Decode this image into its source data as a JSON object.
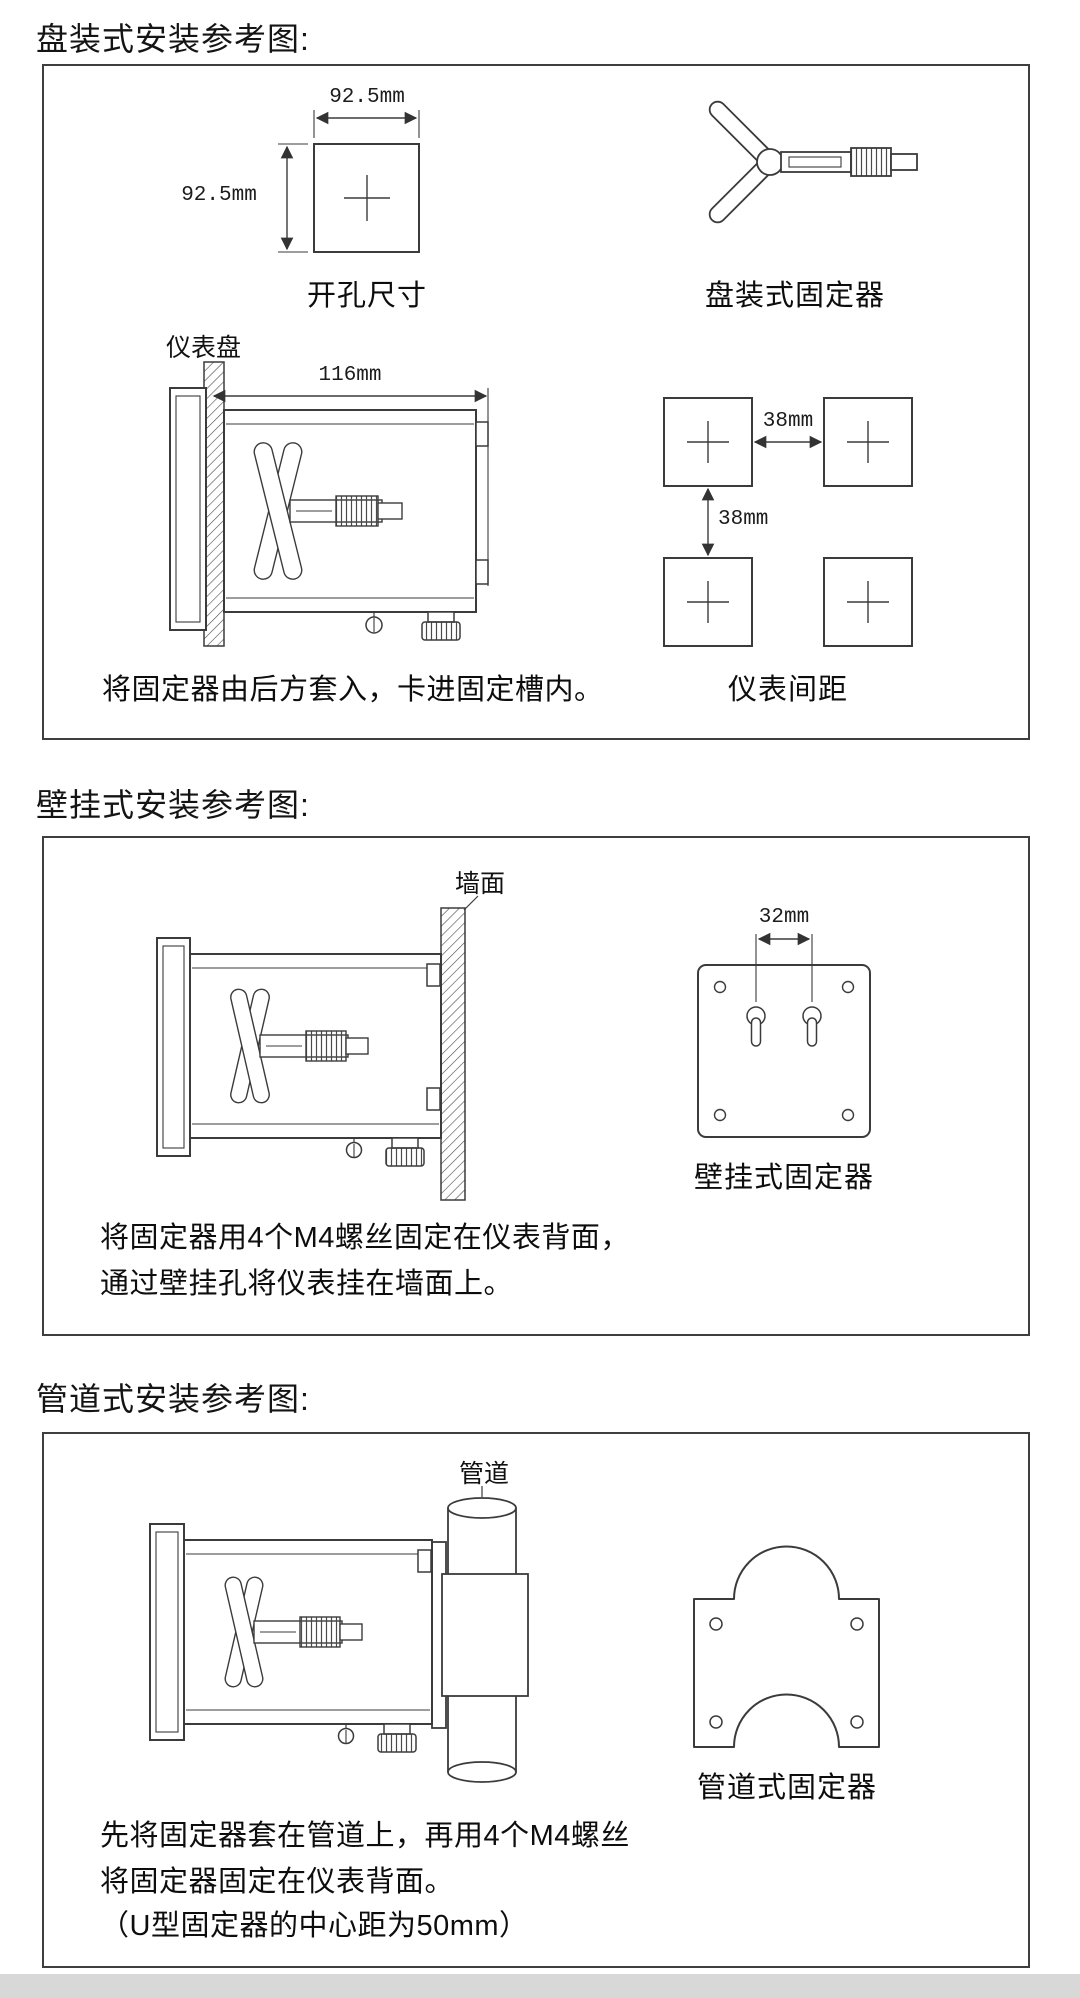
{
  "colors": {
    "line": "#3b3b3b",
    "border": "#3f3f3f",
    "bottom_bar": "#d8d8d8"
  },
  "panel_section": {
    "heading": "盘装式安装参考图:",
    "cutout_width": "92.5mm",
    "cutout_height": "92.5mm",
    "cutout_caption": "开孔尺寸",
    "fixture_caption": "盘装式固定器",
    "panel_label": "仪表盘",
    "depth_dim": "116mm",
    "insert_caption": "将固定器由后方套入，卡进固定槽内。",
    "spacing_h": "38mm",
    "spacing_v": "38mm",
    "spacing_caption": "仪表间距"
  },
  "wall_section": {
    "heading": "壁挂式安装参考图:",
    "wall_label": "墙面",
    "hole_dim": "32mm",
    "fixture_caption": "壁挂式固定器",
    "note_line1": "将固定器用4个M4螺丝固定在仪表背面，",
    "note_line2": "通过壁挂孔将仪表挂在墙面上。"
  },
  "pipe_section": {
    "heading": "管道式安装参考图:",
    "pipe_label": "管道",
    "fixture_caption": "管道式固定器",
    "note_line1": "先将固定器套在管道上，再用4个M4螺丝",
    "note_line2": "将固定器固定在仪表背面。",
    "note_line3": "（U型固定器的中心距为50mm）"
  }
}
